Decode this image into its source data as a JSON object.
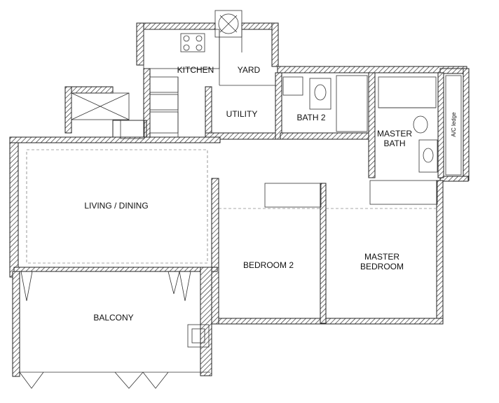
{
  "rooms": {
    "kitchen": "KITCHEN",
    "yard": "YARD",
    "utility": "UTILITY",
    "bath2": "BATH 2",
    "master_bath_1": "MASTER",
    "master_bath_2": "BATH",
    "living_dining": "LIVING / DINING",
    "bedroom2": "BEDROOM 2",
    "master_bedroom_1": "MASTER",
    "master_bedroom_2": "BEDROOM",
    "balcony": "BALCONY"
  },
  "fixtures": {
    "ac_ledge": "A/C ledge"
  }
}
